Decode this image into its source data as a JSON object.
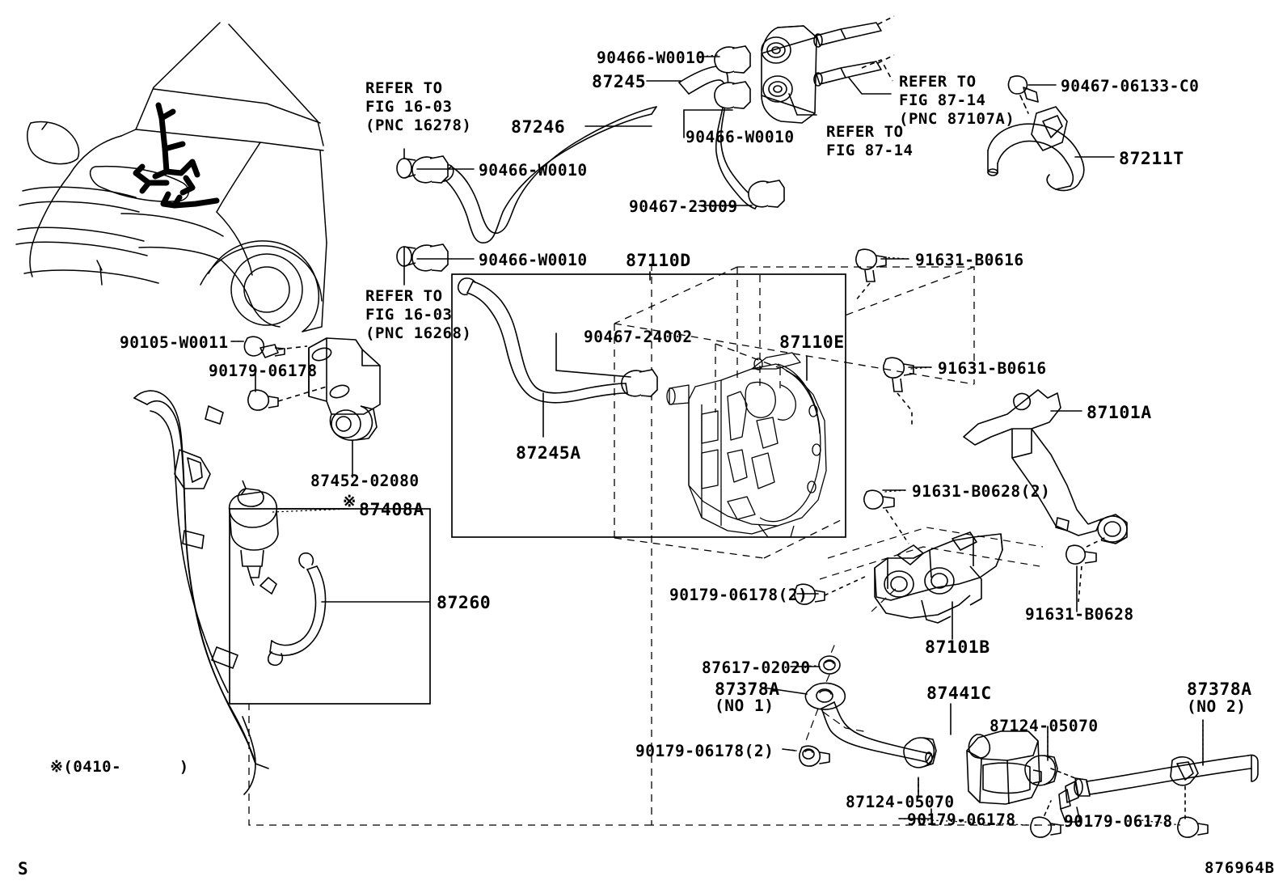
{
  "diagram": {
    "drawing_id": "876964B",
    "corner_mark": "S",
    "footnote": "※(0410-      )",
    "asterisk_mark": "※"
  },
  "labels": {
    "refer_1603_6278": "REFER TO\nFIG 16-03\n(PNC 16278)",
    "refer_1603_6268": "REFER TO\nFIG 16-03\n(PNC 16268)",
    "refer_8714_a": "REFER TO\nFIG 87-14\n(PNC 87107A)",
    "refer_8714_b": "REFER TO\nFIG 87-14",
    "clamp_90466_top": "90466-W0010",
    "clamp_90466_mid": "90466-W0010",
    "clamp_90466_left": "90466-W0010",
    "clamp_90466_left2": "90466-W0010",
    "hose_87245": "87245",
    "hose_87246": "87246",
    "hose_87245a": "87245A",
    "clamp_90467_23009": "90467-23009",
    "clamp_90467_24002": "90467-24002",
    "bolt_90467_06133": "90467-06133-C0",
    "hose_87211t": "87211T",
    "bolt_91631_b0616_top": "91631-B0616",
    "bolt_91631_b0616_mid": "91631-B0616",
    "unit_87110d": "87110D",
    "unit_87110e": "87110E",
    "bracket_87101a": "87101A",
    "bracket_87101b": "87101B",
    "bolt_91631_b0628_2": "91631-B0628(2)",
    "bolt_91631_b0628": "91631-B0628",
    "nut_90179_06178_2a": "90179-06178(2)",
    "nut_90179_06178_2b": "90179-06178(2)",
    "nut_90179_06178_left": "90179-06178",
    "nut_90179_06178_br": "90179-06178",
    "nut_90179_06178_bl": "90179-06178",
    "bolt_90105_w0011": "90105-W0011",
    "valve_87452_02080": "87452-02080",
    "pump_87408a": "87408A",
    "hose_87260": "87260",
    "grommet_87617_02020": "87617-02020",
    "pipe_87378a_no1": "87378A",
    "pipe_87378a_no1_sub": "(NO 1)",
    "pipe_87378a_no2": "87378A",
    "pipe_87378a_no2_sub": "(NO 2)",
    "tank_87441c": "87441C",
    "clamp_87124_05070_a": "87124-05070",
    "clamp_87124_05070_b": "87124-05070"
  }
}
